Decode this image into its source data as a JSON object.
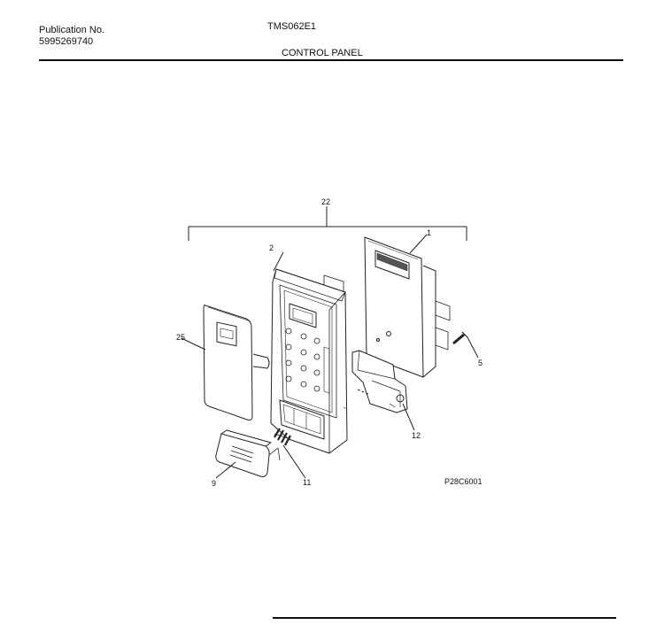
{
  "header": {
    "publication_label": "Publication No.",
    "publication_number": "5995269740",
    "model": "TMS062E1",
    "section_title": "CONTROL PANEL"
  },
  "diagram": {
    "figure_code": "P28C6001",
    "callouts": {
      "assembly": "22",
      "frame": "2",
      "circuit_board": "1",
      "screw": "5",
      "overlay": "25",
      "bracket": "12",
      "door_button": "9",
      "spring": "11"
    }
  }
}
